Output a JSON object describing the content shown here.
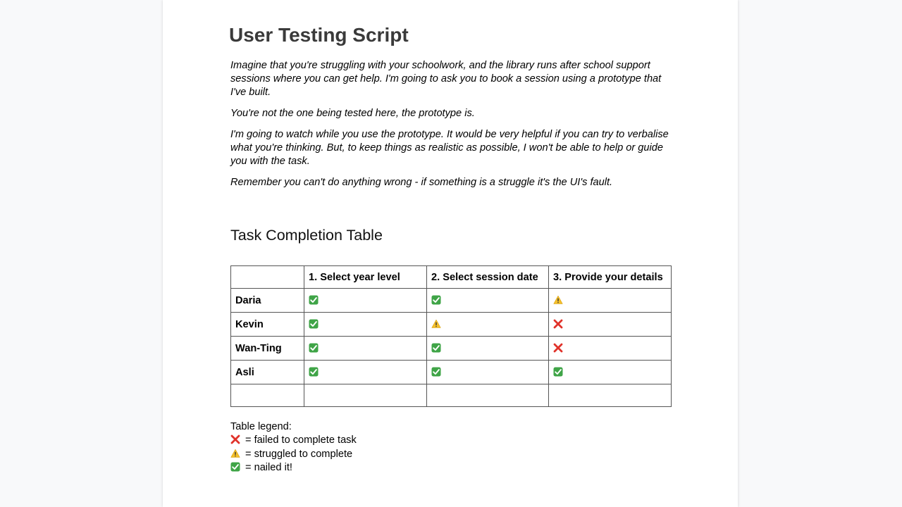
{
  "document": {
    "title": "User Testing Script",
    "intro": [
      "Imagine that you're struggling with your schoolwork, and the library runs after school support sessions where you can get help. I'm going to ask you to book a session using a prototype that I've built.",
      "You're not the one being tested here, the prototype is.",
      "I'm going to watch while you use the prototype. It would be very helpful if you can try to verbalise what you're thinking. But, to keep things as realistic as possible, I won't be able to help or guide you with the task.",
      "Remember you can't do anything wrong - if something is a struggle it's the UI's fault."
    ],
    "section_title": "Task Completion Table"
  },
  "table": {
    "headers": [
      "",
      "1. Select year level",
      "2. Select session date",
      "3. Provide your details"
    ],
    "rows": [
      {
        "name": "Daria",
        "results": [
          "check-icon",
          "check-icon",
          "warning-icon"
        ]
      },
      {
        "name": "Kevin",
        "results": [
          "check-icon",
          "warning-icon",
          "cross-icon"
        ]
      },
      {
        "name": "Wan-Ting",
        "results": [
          "check-icon",
          "check-icon",
          "cross-icon"
        ]
      },
      {
        "name": "Asli",
        "results": [
          "check-icon",
          "check-icon",
          "check-icon"
        ]
      }
    ]
  },
  "legend": {
    "title": "Table legend:",
    "items": [
      {
        "icon": "cross-icon",
        "text": "= failed to complete task"
      },
      {
        "icon": "warning-icon",
        "text": "= struggled to complete"
      },
      {
        "icon": "check-icon",
        "text": "= nailed it!"
      }
    ]
  },
  "colors": {
    "check": "#3fa447",
    "cross": "#e0322a",
    "warning": "#f5c02a"
  }
}
